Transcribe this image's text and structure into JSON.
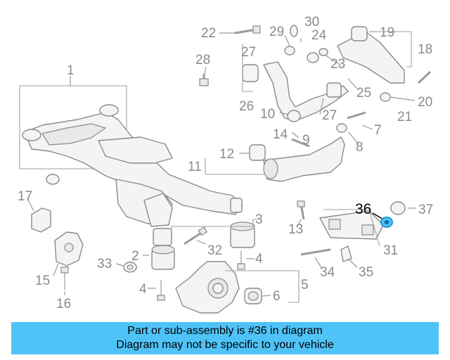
{
  "callouts": {
    "c1": "1",
    "c2": "2",
    "c3": "3",
    "c4a": "4",
    "c4b": "4",
    "c5": "5",
    "c6": "6",
    "c7": "7",
    "c8": "8",
    "c9": "9",
    "c10": "10",
    "c11": "11",
    "c12": "12",
    "c13": "13",
    "c14": "14",
    "c15": "15",
    "c16": "16",
    "c17": "17",
    "c18": "18",
    "c19": "19",
    "c20": "20",
    "c21": "21",
    "c22": "22",
    "c23": "23",
    "c24": "24",
    "c25": "25",
    "c26": "26",
    "c27a": "27",
    "c27b": "27",
    "c28": "28",
    "c29": "29",
    "c30": "30",
    "c31": "31",
    "c32": "32",
    "c33": "33",
    "c34": "34",
    "c35": "35",
    "c36": "36",
    "c37": "37"
  },
  "highlight": {
    "part_number": "36",
    "color": "#4fc3f7",
    "ring_color": "#1e9bd7"
  },
  "banner": {
    "line1": "Part or sub-assembly is #36 in diagram",
    "line2": "Diagram may not be specific to your vehicle",
    "background": "#4fc3f7"
  }
}
